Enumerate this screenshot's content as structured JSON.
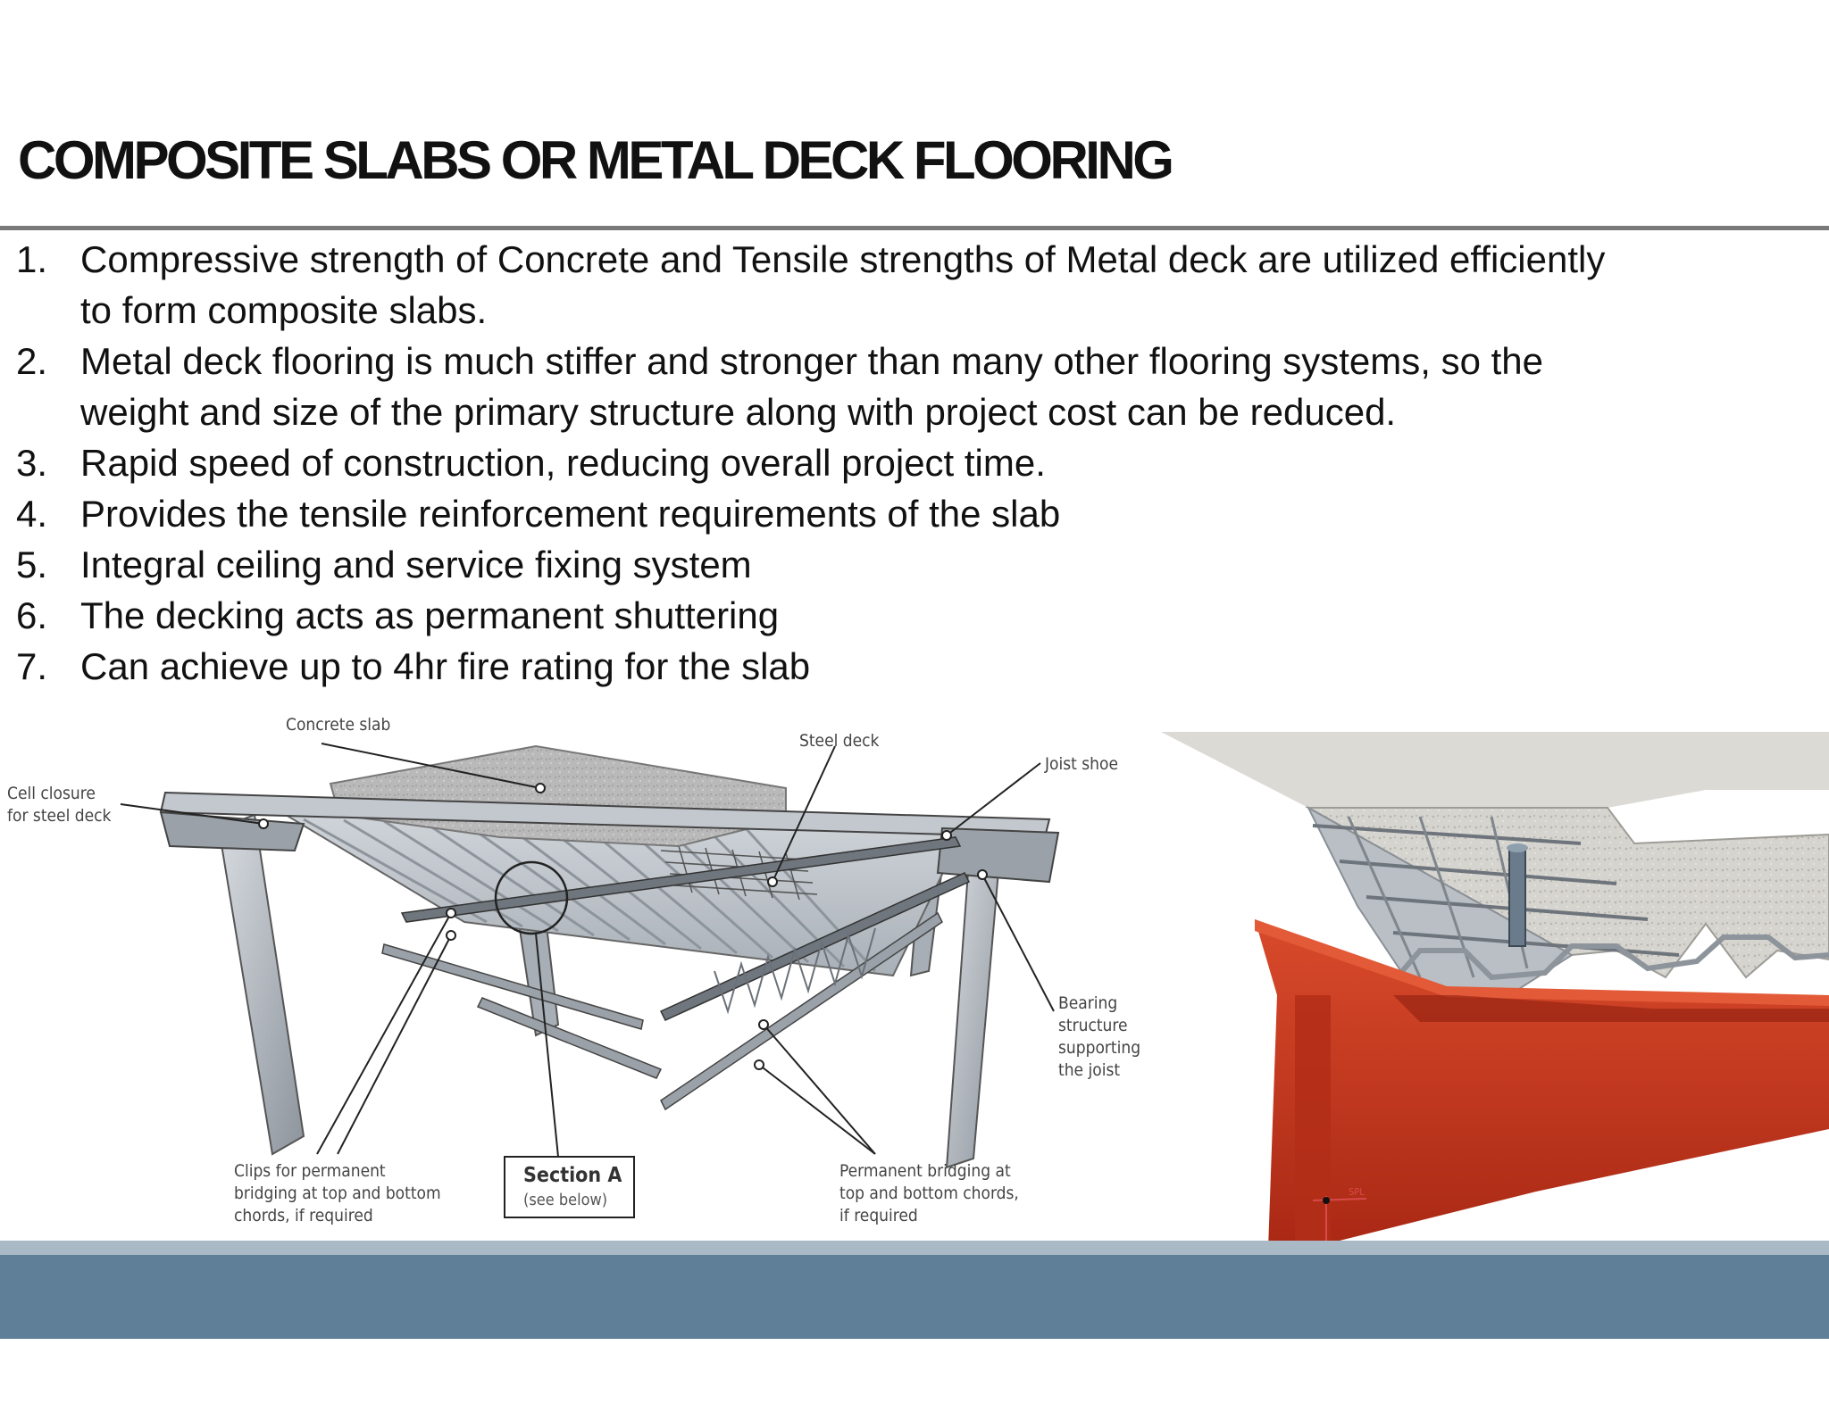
{
  "slide": {
    "title": "COMPOSITE SLABS OR METAL DECK FLOORING",
    "points": [
      {
        "num": "1.",
        "lines": [
          "Compressive strength of Concrete and Tensile strengths of Metal deck are utilized efficiently",
          "to form  composite slabs."
        ]
      },
      {
        "num": "2.",
        "lines": [
          "Metal deck flooring is much stiffer and stronger than many other flooring systems, so the",
          "weight and  size of the primary structure along with project cost can be reduced."
        ]
      },
      {
        "num": "3.",
        "lines": [
          "Rapid speed of construction, reducing overall project time."
        ]
      },
      {
        "num": "4.",
        "lines": [
          "Provides the tensile reinforcement requirements of the slab"
        ]
      },
      {
        "num": "5.",
        "lines": [
          "Integral ceiling and service fixing system"
        ]
      },
      {
        "num": "6.",
        "lines": [
          "The decking acts as permanent shuttering"
        ]
      },
      {
        "num": "7.",
        "lines": [
          "Can achieve up to 4hr fire rating for the slab"
        ]
      }
    ]
  },
  "figure_left": {
    "labels": {
      "concrete_slab": "Concrete slab",
      "steel_deck": "Steel deck",
      "joist_shoe": "Joist shoe",
      "cell_closure": [
        "Cell closure",
        "for steel deck"
      ],
      "bearing": [
        "Bearing",
        "structure",
        "supporting",
        "the joist"
      ],
      "clips": [
        "Clips for permanent",
        "bridging at top and bottom",
        "chords, if required"
      ],
      "section": "Section A",
      "section_sub": "(see below)",
      "bridging": [
        "Permanent bridging at",
        "top and bottom chords,",
        "if required"
      ]
    }
  },
  "figure_right": {
    "label": "SPL"
  },
  "colors": {
    "band_light": "#a9b9c6",
    "band_dark": "#5f7f98",
    "beam_red": "#c8331f"
  }
}
